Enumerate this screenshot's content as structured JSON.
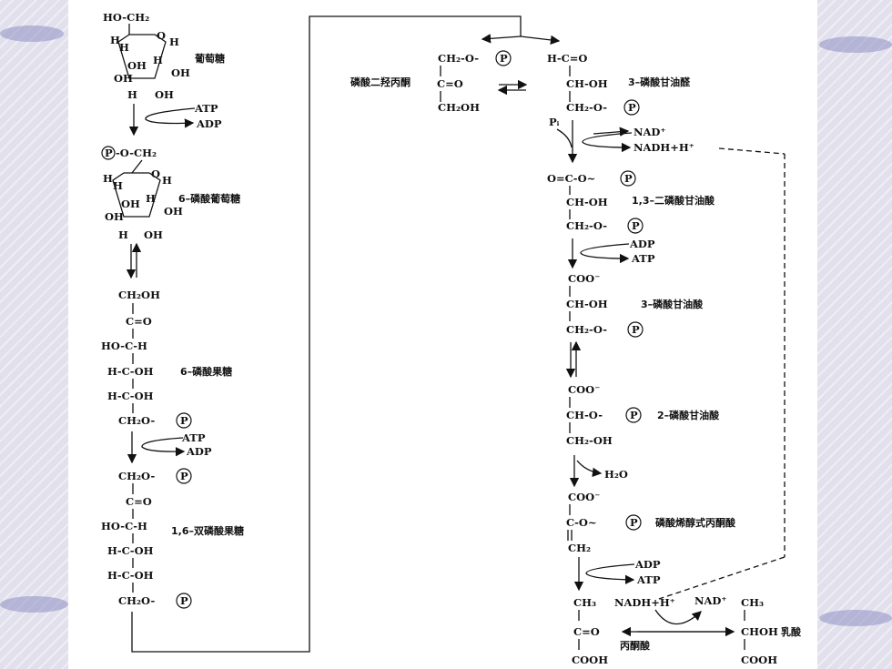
{
  "glucose": {
    "ch2": "HO-CH₂",
    "ring_h1": "H",
    "ring_h2": "H",
    "ring_o": "O",
    "ring_h3": "H",
    "ring_oh1": "OH",
    "ring_h4": "H",
    "ring_oh2": "OH",
    "ring_oh3": "OH",
    "ring_h5": "H",
    "ring_oh4": "OH",
    "name": "葡萄糖"
  },
  "step1": {
    "atp": "ATP",
    "adp": "ADP"
  },
  "g6p": {
    "p_head": "P",
    "ch2": "-O-CH₂",
    "ring_h1": "H",
    "ring_h2": "H",
    "ring_o": "O",
    "ring_h3": "H",
    "ring_oh1": "OH",
    "ring_h4": "H",
    "ring_oh2": "OH",
    "ring_oh3": "OH",
    "ring_h5": "H",
    "ring_oh4": "OH",
    "name": "6–磷酸葡萄糖"
  },
  "f6p": {
    "l1": "CH₂OH",
    "l2": "C=O",
    "l3": "HO-C-H",
    "l4": "H-C-OH",
    "l5": "H-C-OH",
    "l6": "CH₂O-",
    "p": "P",
    "name": "6–磷酸果糖"
  },
  "step3": {
    "atp": "ATP",
    "adp": "ADP"
  },
  "fbp": {
    "l1": "CH₂O-",
    "p1": "P",
    "l2": "C=O",
    "l3": "HO-C-H",
    "l4": "H-C-OH",
    "l5": "H-C-OH",
    "l6": "CH₂O-",
    "p2": "P",
    "name": "1,6–双磷酸果糖"
  },
  "dhap": {
    "name": "磷酸二羟丙酮",
    "l1": "CH₂-O-",
    "p": "P",
    "l2": "C=O",
    "l3": "CH₂OH"
  },
  "g3p": {
    "l1": "H-C=O",
    "l2": "CH-OH",
    "name": "3–磷酸甘油醛",
    "l3": "CH₂-O-",
    "p": "P"
  },
  "step6": {
    "pi": "Pᵢ",
    "nad": "NAD⁺",
    "nadh": "NADH+H⁺"
  },
  "bpg": {
    "l1": "O=C-O~",
    "p1": "P",
    "l2": "CH-OH",
    "name": "1,3–二磷酸甘油酸",
    "l3": "CH₂-O-",
    "p2": "P"
  },
  "step7": {
    "adp": "ADP",
    "atp": "ATP"
  },
  "pg3": {
    "l1": "COO⁻",
    "l2": "CH-OH",
    "name": "3–磷酸甘油酸",
    "l3": "CH₂-O-",
    "p": "P"
  },
  "pg2": {
    "l1": "COO⁻",
    "l2": "CH-O-",
    "p": "P",
    "name": "2–磷酸甘油酸",
    "l3": "CH₂-OH"
  },
  "step9": {
    "h2o": "H₂O"
  },
  "pep": {
    "l1": "COO⁻",
    "l2": "C-O~",
    "p": "P",
    "name": "磷酸烯醇式丙酮酸",
    "l3": "CH₂"
  },
  "step10": {
    "adp": "ADP",
    "atp": "ATP"
  },
  "pyruvate": {
    "l1": "CH₃",
    "l2": "C=O",
    "l3": "COOH",
    "name": "丙酮酸"
  },
  "step11": {
    "nadh": "NADH+H⁺",
    "nad": "NAD⁺"
  },
  "lactate": {
    "l1": "CH₃",
    "l2": "CHOH",
    "name": "乳酸",
    "l3": "COOH"
  }
}
